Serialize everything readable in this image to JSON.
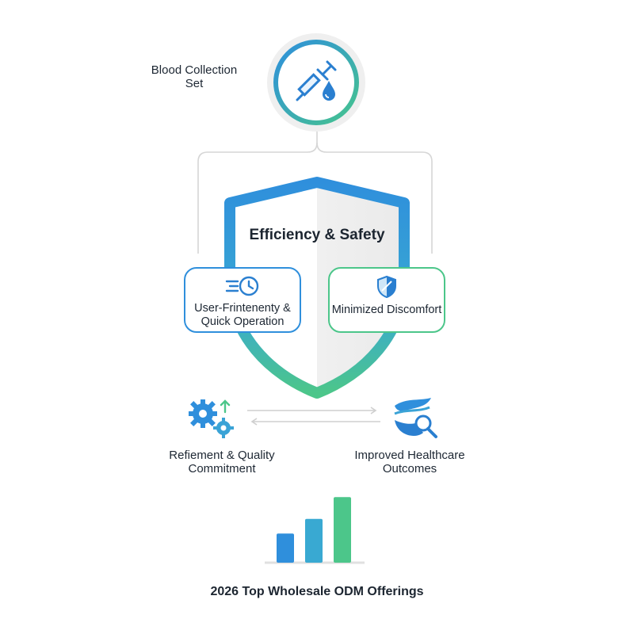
{
  "top_node": {
    "label": "Blood Collection Set",
    "icon": "syringe-blood-drop-icon"
  },
  "shield": {
    "title": "Efficiency & Safety"
  },
  "cards": [
    {
      "label": "User-Frintenenty & Quick Operation",
      "icon": "fast-clock-icon"
    },
    {
      "label": "Minimized Discomfort",
      "icon": "shield-icon"
    }
  ],
  "bottom_nodes": [
    {
      "label": "Refiement & Quality Commitment",
      "icon": "gears-icon"
    },
    {
      "label": "Improved Healthcare Outcomes",
      "icon": "wave-magnifier-icon"
    }
  ],
  "footer": {
    "title": "2026 Top Wholesale ODM Offerings"
  },
  "chart_data": {
    "type": "bar",
    "categories": [
      "",
      "",
      ""
    ],
    "values": [
      2,
      3,
      4.5
    ],
    "title": "",
    "xlabel": "",
    "ylabel": "",
    "ylim": [
      0,
      5
    ],
    "grid": false
  },
  "colors": {
    "blue": "#2f8fdc",
    "teal": "#3ab8b0",
    "green": "#4cc68a",
    "gray": "#d8d8d8"
  }
}
